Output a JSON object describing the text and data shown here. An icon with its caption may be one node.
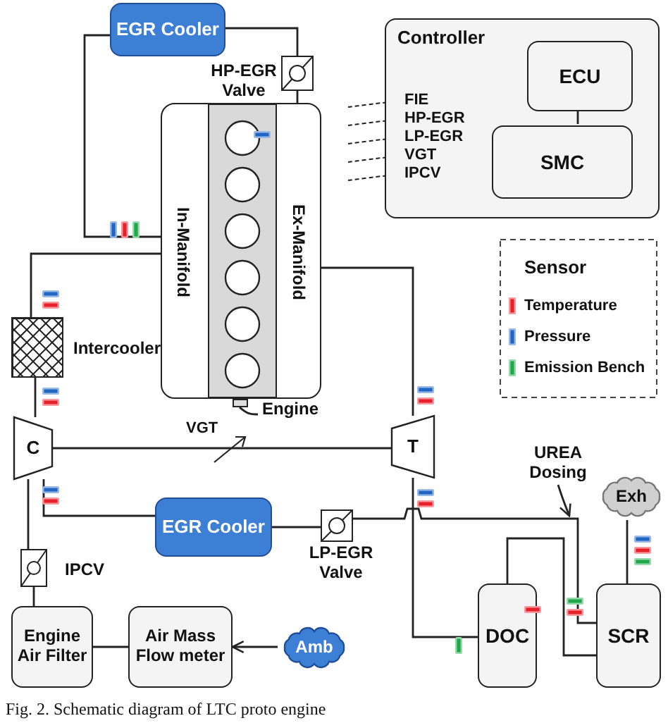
{
  "diagram": {
    "caption": "Fig. 2. Schematic diagram of LTC proto engine",
    "nodes": [
      {
        "text": [
          "EGR Cooler"
        ]
      },
      {
        "text": [],
        "shape": "box",
        "beside": [
          "HP-EGR Valve"
        ]
      },
      {
        "text": [
          "In-Manifold",
          "Ex-Manifold"
        ]
      },
      {
        "text": [
          "Controller"
        ]
      },
      {
        "text": [
          "ECU"
        ],
        "in": 3
      },
      {
        "text": [
          "SMC"
        ],
        "in": 3
      },
      {
        "text": [],
        "shape": "box",
        "beside": [
          "Intercooler"
        ]
      },
      {
        "text": [
          "C"
        ]
      },
      {
        "text": [
          "T"
        ]
      },
      {
        "text": [
          "EGR Cooler"
        ]
      },
      {
        "text": [],
        "shape": "box",
        "beside": [
          "LP-EGR Valve"
        ]
      },
      {
        "text": [],
        "shape": "box",
        "beside": [
          "IPCV"
        ]
      },
      {
        "text": [
          "Engine Air Filter"
        ]
      },
      {
        "text": [
          "Air Mass Flow meter"
        ]
      },
      {
        "text": [
          "Amb"
        ]
      },
      {
        "text": [
          "UREA Dosing"
        ]
      },
      {
        "text": [
          "Exh"
        ]
      },
      {
        "text": [
          "DOC"
        ]
      },
      {
        "text": [
          "SCR"
        ]
      },
      {
        "text": [
          "Engine"
        ]
      },
      {
        "text": [],
        "shape": "box"
      }
    ],
    "edges": [
      {
        "from": 0,
        "to": 1,
        "arrow": "none"
      },
      {
        "from": 1,
        "to": 2,
        "arrow": "none"
      },
      {
        "from": 0,
        "to": 2,
        "arrow": "none"
      },
      {
        "from": 2,
        "to": 6,
        "arrow": "none"
      },
      {
        "from": 6,
        "to": 7,
        "arrow": "none"
      },
      {
        "from": 7,
        "to": 8,
        "arrow": "none"
      },
      {
        "from": 2,
        "to": 8,
        "arrow": "none"
      },
      {
        "from": 9,
        "to": 7,
        "arrow": "none"
      },
      {
        "from": 7,
        "to": 11,
        "arrow": "none"
      },
      {
        "from": 11,
        "to": 12,
        "arrow": "none"
      },
      {
        "from": 12,
        "to": 13,
        "arrow": "none"
      },
      {
        "from": 14,
        "to": 13,
        "arrow": "to"
      },
      {
        "from": 9,
        "to": 10,
        "arrow": "none"
      },
      {
        "from": 8,
        "to": 17,
        "arrow": "none"
      },
      {
        "from": 17,
        "to": 18,
        "arrow": "none"
      },
      {
        "from": 10,
        "to": 18,
        "arrow": "none"
      },
      {
        "from": 18,
        "to": 16,
        "arrow": "none"
      },
      {
        "from": 4,
        "to": 5,
        "arrow": "none"
      },
      {
        "from": 15,
        "to": null,
        "arrow": "to"
      },
      {
        "from": 19,
        "to": 20,
        "arrow": "none"
      }
    ],
    "labels": [
      "FIE",
      "HP-EGR",
      "LP-EGR",
      "VGT",
      "IPCV",
      "Sensor",
      "VGT"
    ],
    "legend": [
      {
        "text": "Temperature",
        "color": "#e8202a"
      },
      {
        "text": "Pressure",
        "color": "#2166c4"
      },
      {
        "text": "Emission Bench",
        "color": "#1fa84a"
      }
    ]
  }
}
